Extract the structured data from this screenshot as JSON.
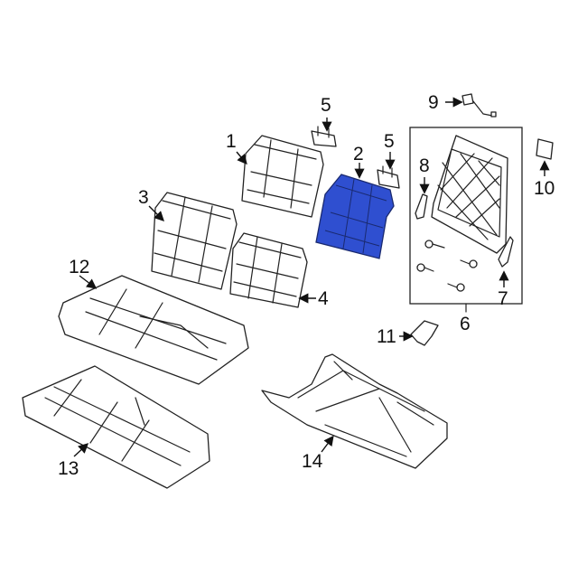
{
  "diagram": {
    "type": "exploded-parts-diagram",
    "subject": "Rear seat assembly",
    "highlight_color": "#2f4fd0",
    "highlighted_part": "2",
    "callouts": [
      {
        "id": "1",
        "label": "1",
        "part": "seat-back-cover-left"
      },
      {
        "id": "2",
        "label": "2",
        "part": "seat-back-pad-highlighted"
      },
      {
        "id": "3",
        "label": "3",
        "part": "seat-back-cover"
      },
      {
        "id": "4",
        "label": "4",
        "part": "seat-back-pad"
      },
      {
        "id": "5a",
        "label": "5",
        "part": "headrest-guide"
      },
      {
        "id": "5b",
        "label": "5",
        "part": "headrest-guide"
      },
      {
        "id": "6",
        "label": "6",
        "part": "seat-back-frame-kit"
      },
      {
        "id": "7",
        "label": "7",
        "part": "hinge-bracket"
      },
      {
        "id": "8",
        "label": "8",
        "part": "latch-bracket"
      },
      {
        "id": "9",
        "label": "9",
        "part": "wiring-harness"
      },
      {
        "id": "10",
        "label": "10",
        "part": "striker-plate"
      },
      {
        "id": "11",
        "label": "11",
        "part": "mounting-bracket"
      },
      {
        "id": "12",
        "label": "12",
        "part": "seat-cushion-cover"
      },
      {
        "id": "13",
        "label": "13",
        "part": "seat-cushion-pad"
      },
      {
        "id": "14",
        "label": "14",
        "part": "seat-cushion-frame"
      }
    ]
  }
}
